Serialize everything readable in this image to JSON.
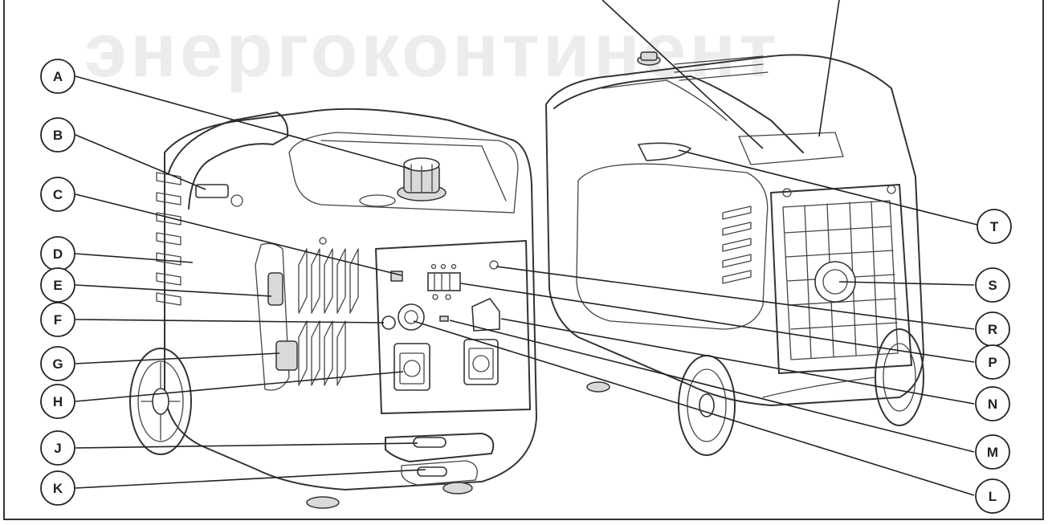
{
  "watermark": "энергоконтинент",
  "callouts": [
    {
      "id": "A",
      "label": "A"
    },
    {
      "id": "B",
      "label": "B"
    },
    {
      "id": "C",
      "label": "C"
    },
    {
      "id": "D",
      "label": "D"
    },
    {
      "id": "E",
      "label": "E"
    },
    {
      "id": "F",
      "label": "F"
    },
    {
      "id": "G",
      "label": "G"
    },
    {
      "id": "H",
      "label": "H"
    },
    {
      "id": "J",
      "label": "J"
    },
    {
      "id": "K",
      "label": "K"
    },
    {
      "id": "T",
      "label": "T"
    },
    {
      "id": "S",
      "label": "S"
    },
    {
      "id": "R",
      "label": "R"
    },
    {
      "id": "P",
      "label": "P"
    },
    {
      "id": "N",
      "label": "N"
    },
    {
      "id": "M",
      "label": "M"
    },
    {
      "id": "L",
      "label": "L"
    }
  ]
}
